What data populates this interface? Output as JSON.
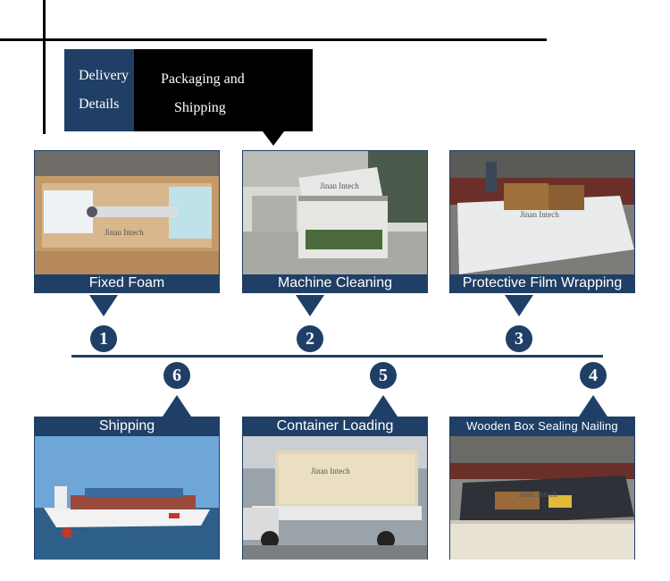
{
  "header": {
    "left_line1": "Delivery",
    "left_line2": "Details",
    "right_line1": "Packaging and",
    "right_line2": "Shipping"
  },
  "steps": [
    {
      "number": "1",
      "caption": "Fixed Foam"
    },
    {
      "number": "2",
      "caption": "Machine Cleaning"
    },
    {
      "number": "3",
      "caption": "Protective Film Wrapping"
    },
    {
      "number": "4",
      "caption": "Wooden Box Sealing Nailing"
    },
    {
      "number": "5",
      "caption": "Container Loading"
    },
    {
      "number": "6",
      "caption": "Shipping"
    }
  ],
  "watermark": "Jinan Intech",
  "colors": {
    "accent": "#1f3f66",
    "black": "#000000"
  }
}
